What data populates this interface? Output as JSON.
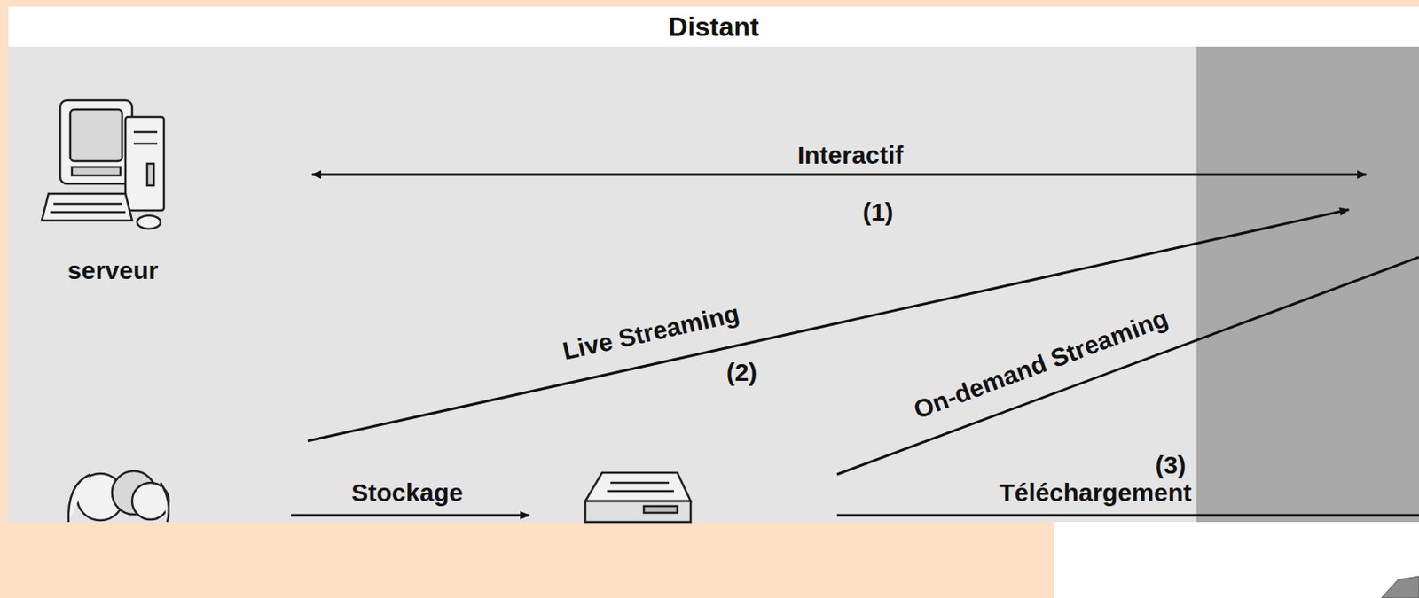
{
  "diagram": {
    "nodes": [
      {
        "text": [
          "Distant"
        ]
      },
      {
        "text": [
          "serveur"
        ],
        "in": 0
      }
    ],
    "labels": [
      "Interactif",
      "(1)",
      "Live Streaming",
      "(2)",
      "On-demand Streaming",
      "(3)",
      "Stockage",
      "Téléchargement"
    ]
  }
}
